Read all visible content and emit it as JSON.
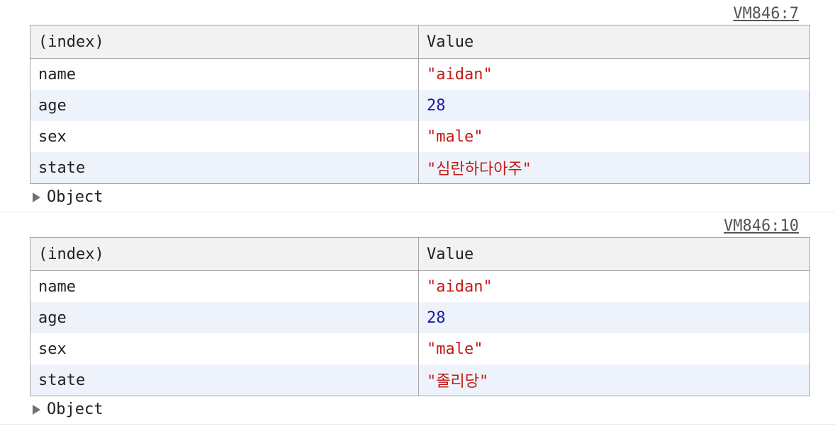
{
  "logs": [
    {
      "source": "VM846:7",
      "headers": {
        "index": "(index)",
        "value": "Value"
      },
      "rows": [
        {
          "key": "name",
          "value": "\"aidan\"",
          "type": "string"
        },
        {
          "key": "age",
          "value": "28",
          "type": "number"
        },
        {
          "key": "sex",
          "value": "\"male\"",
          "type": "string"
        },
        {
          "key": "state",
          "value": "\"심란하다아주\"",
          "type": "string"
        }
      ],
      "object_label": "Object"
    },
    {
      "source": "VM846:10",
      "headers": {
        "index": "(index)",
        "value": "Value"
      },
      "rows": [
        {
          "key": "name",
          "value": "\"aidan\"",
          "type": "string"
        },
        {
          "key": "age",
          "value": "28",
          "type": "number"
        },
        {
          "key": "sex",
          "value": "\"male\"",
          "type": "string"
        },
        {
          "key": "state",
          "value": "\"졸리당\"",
          "type": "string"
        }
      ],
      "object_label": "Object"
    }
  ],
  "colors": {
    "string": "#c41a16",
    "number": "#1a1aa6",
    "header_bg": "#f2f2f2",
    "stripe_bg": "#eef3fb",
    "border": "#a6a6a6"
  },
  "icons": {
    "expand": "triangle-right-icon"
  }
}
